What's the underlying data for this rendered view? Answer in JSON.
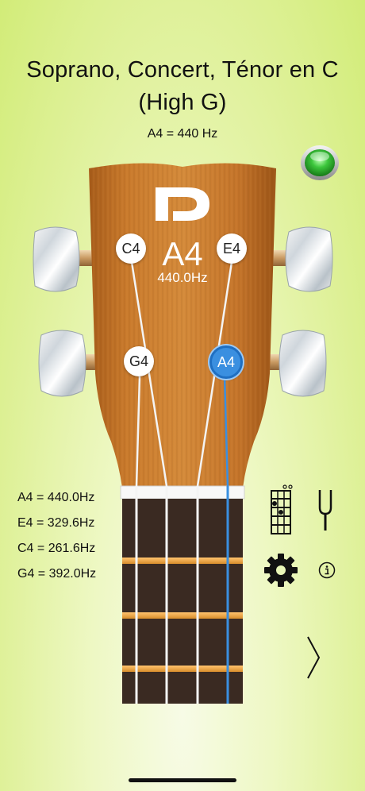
{
  "header": {
    "title_line1": "Soprano, Concert, Ténor en C",
    "title_line2": "(High G)",
    "reference": "A4 = 440 Hz"
  },
  "status": {
    "in_tune_light_color": "#3cc63c"
  },
  "strings": {
    "top_left": "C4",
    "top_right": "E4",
    "bottom_left": "G4",
    "bottom_right": "A4",
    "active": "A4",
    "active_color": "#3a8fe0"
  },
  "current": {
    "note": "A4",
    "frequency": "440.0Hz"
  },
  "frequency_list": [
    "A4 = 440.0Hz",
    "E4 = 329.6Hz",
    "C4 = 261.6Hz",
    "G4 = 392.0Hz"
  ],
  "tools": {
    "chords": "chord-chart-icon",
    "tuning_fork": "tuning-fork-icon",
    "settings": "gear-icon",
    "info": "info-icon",
    "next": "chevron-right-icon"
  }
}
